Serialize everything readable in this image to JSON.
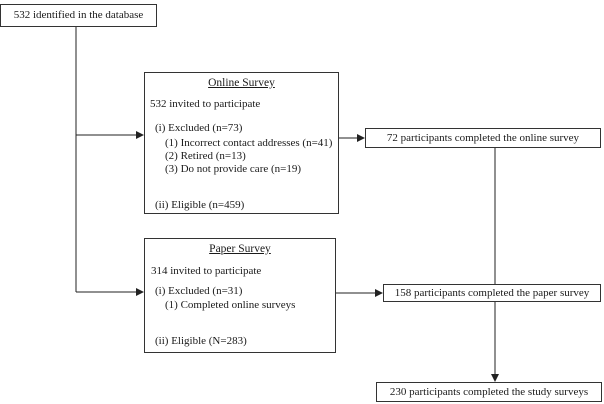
{
  "top_box": {
    "label": "532 identified in the database"
  },
  "online": {
    "title": "Online Survey",
    "invited": "532 invited to participate",
    "excluded": "(i) Excluded (n=73)",
    "reasons": [
      "(1)  Incorrect contact addresses (n=41)",
      "(2)  Retired (n=13)",
      "(3)  Do not provide care (n=19)"
    ],
    "eligible": "(ii) Eligible (n=459)"
  },
  "paper": {
    "title": "Paper Survey",
    "invited": "314 invited to participate",
    "excluded": "(i)  Excluded (n=31)",
    "reasons": [
      "(1)  Completed online surveys"
    ],
    "eligible": "(ii) Eligible (N=283)"
  },
  "results": {
    "online_completed": "72 participants completed the online survey",
    "paper_completed": "158 participants completed the paper survey",
    "total_completed": "230 participants completed the study surveys"
  }
}
